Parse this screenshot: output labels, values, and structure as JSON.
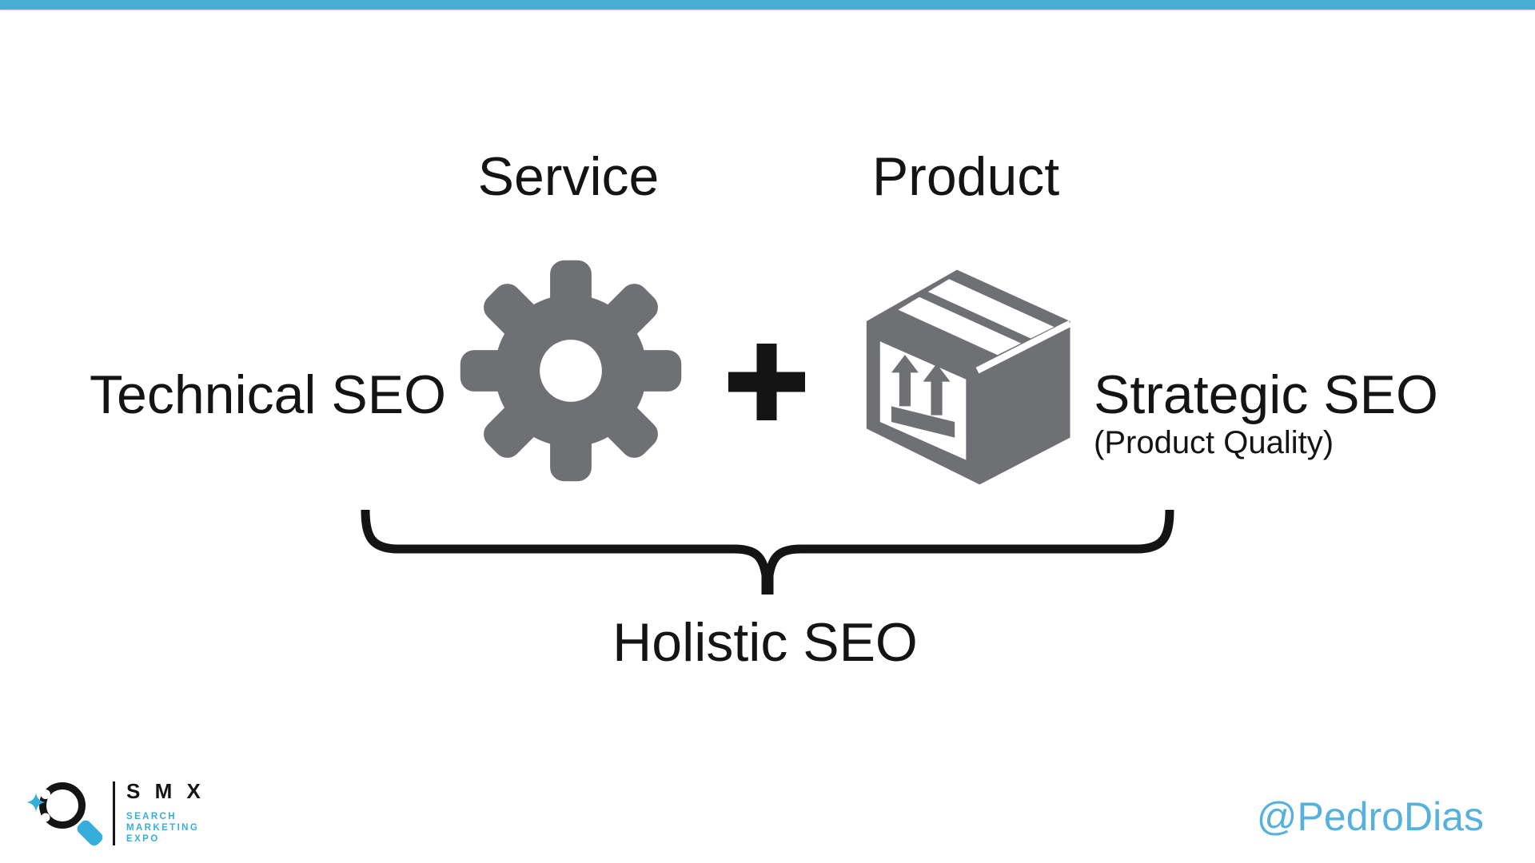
{
  "slide": {
    "service_label": "Service",
    "product_label": "Product",
    "technical_label": "Technical SEO",
    "operator": "+",
    "strategic_label": "Strategic SEO",
    "strategic_sublabel": "(Product Quality)",
    "holistic_label": "Holistic SEO"
  },
  "footer": {
    "smx_wordmark": "S M X",
    "smx_tagline": [
      "SEARCH",
      "MARKETING",
      "EXPO"
    ],
    "twitter_handle": "@PedroDias"
  },
  "icons": {
    "left_icon": "gear-icon",
    "right_icon": "package-box-icon",
    "grouping": "underbrace-icon",
    "logo_icons": [
      "magnifier-icon",
      "sparkle-icon"
    ]
  },
  "colors": {
    "accent_cyan": "#47ADD3",
    "icon_gray": "#6F7074",
    "ink": "#141414",
    "smx_cyan": "#36AEDC",
    "pedro_blue": "#57B1DD"
  }
}
